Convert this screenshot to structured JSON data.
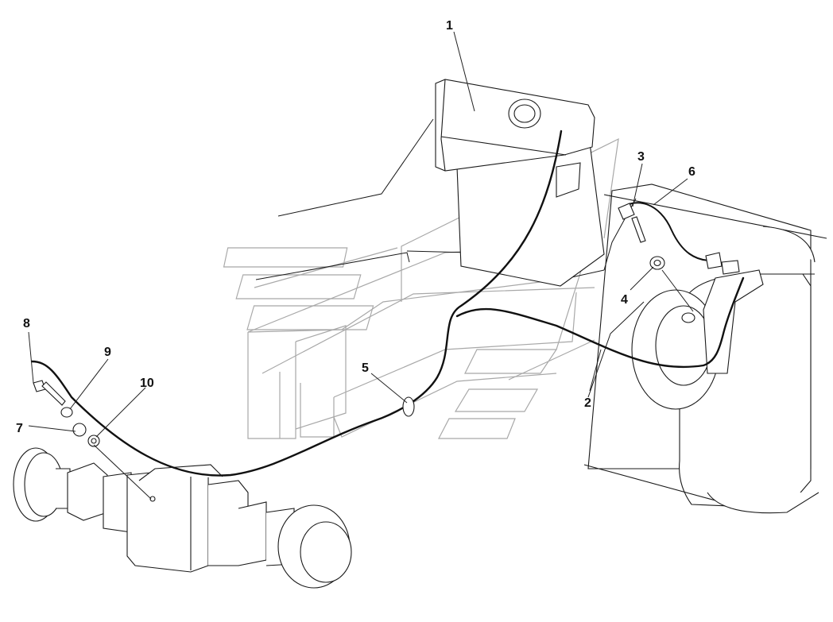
{
  "callouts": [
    {
      "id": "1",
      "label": "1"
    },
    {
      "id": "2",
      "label": "2"
    },
    {
      "id": "3",
      "label": "3"
    },
    {
      "id": "4",
      "label": "4"
    },
    {
      "id": "5",
      "label": "5"
    },
    {
      "id": "6",
      "label": "6"
    },
    {
      "id": "7",
      "label": "7"
    },
    {
      "id": "8",
      "label": "8"
    },
    {
      "id": "9",
      "label": "9"
    },
    {
      "id": "10",
      "label": "10"
    }
  ],
  "colors": {
    "line": "#1a1a1a",
    "ghost": "#a8a8a8",
    "background": "#ffffff"
  }
}
